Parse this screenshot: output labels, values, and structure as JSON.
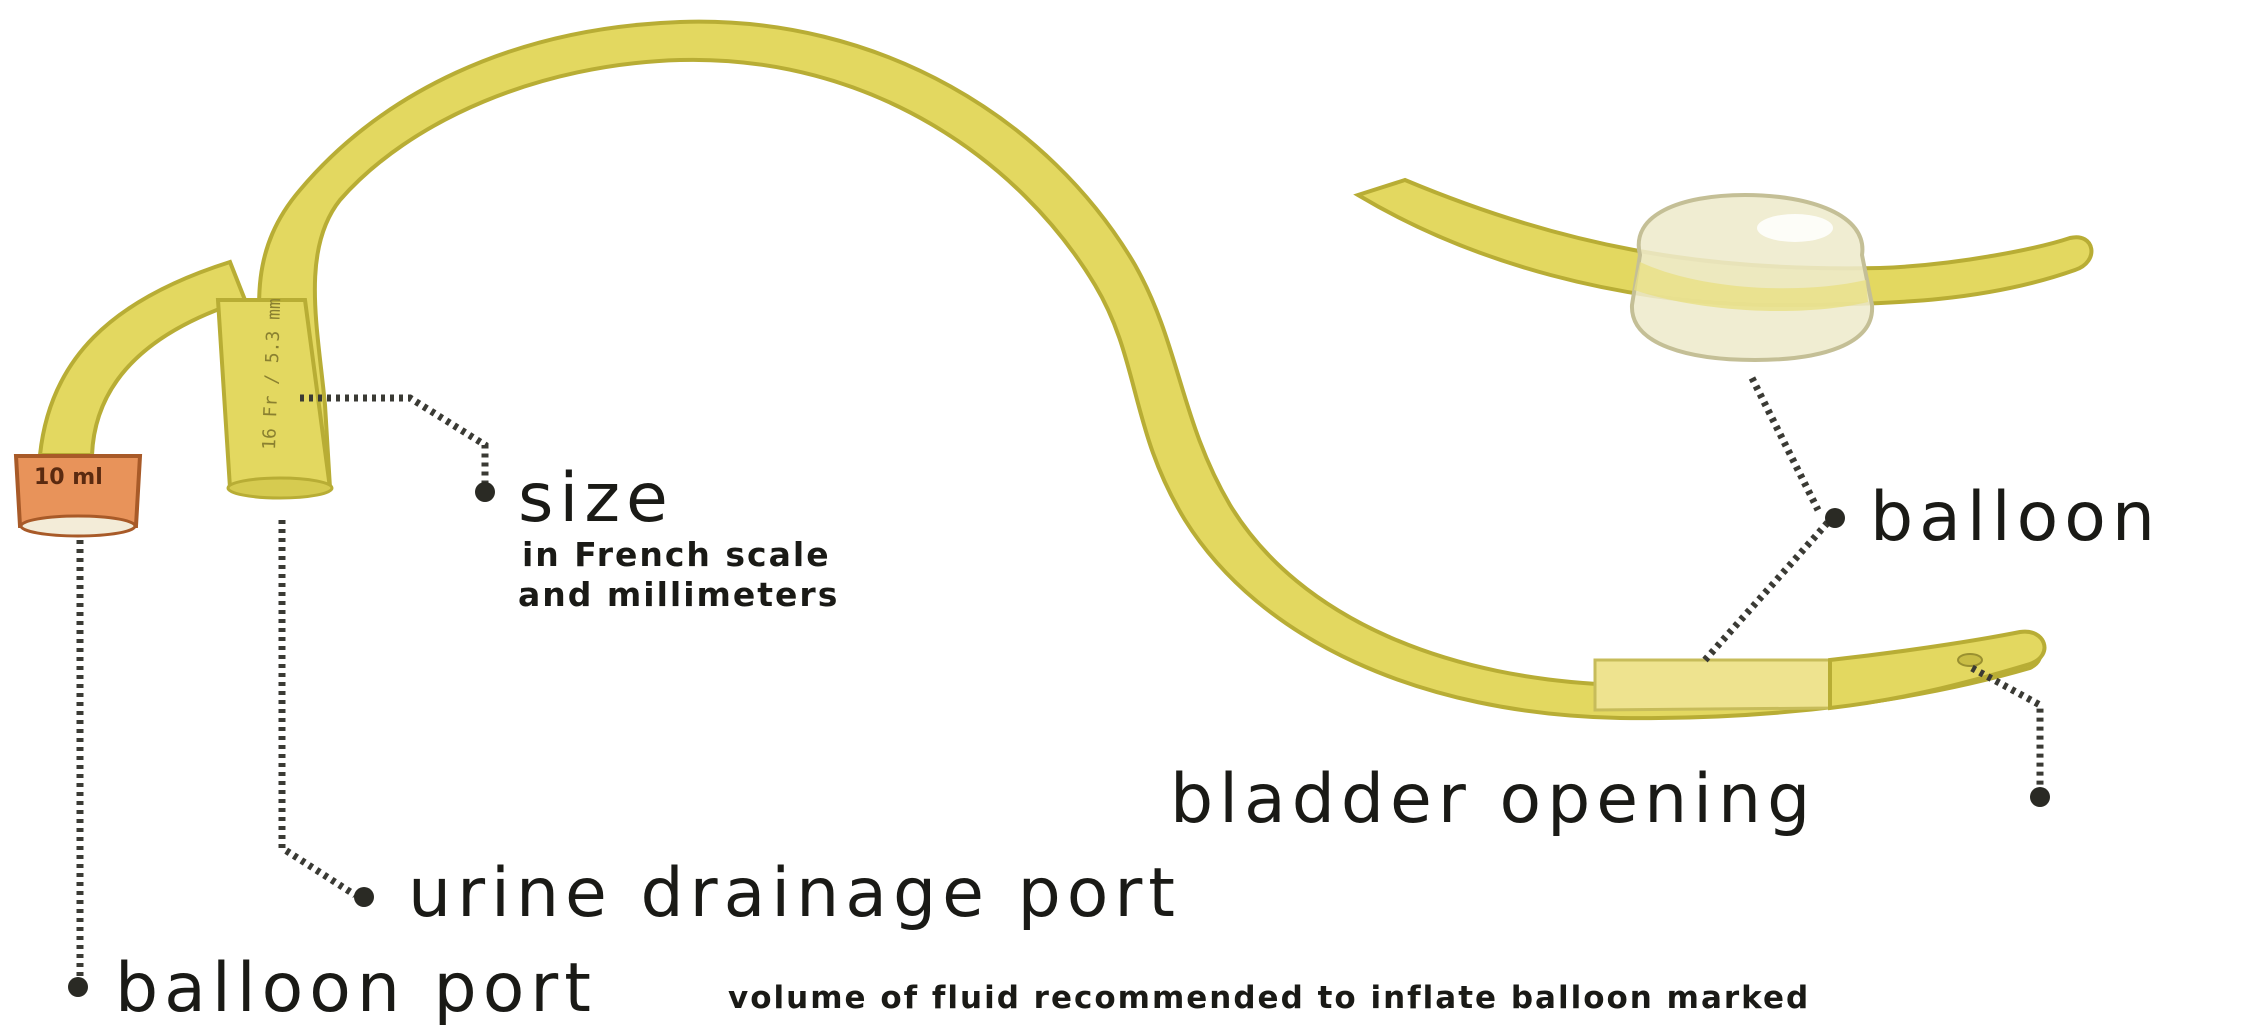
{
  "labels": {
    "size": "size",
    "size_sub1": "in French scale",
    "size_sub2": "and millimeters",
    "balloon": "balloon",
    "bladder_opening": "bladder opening",
    "urine_drainage_port": "urine drainage port",
    "balloon_port": "balloon port",
    "balloon_port_note": "volume of fluid recommended to inflate balloon marked"
  },
  "markings": {
    "balloon_port_volume": "10 ml",
    "drainage_size": "16 Fr / 5.3 mm"
  },
  "colors": {
    "catheter_fill": "#e3d860",
    "catheter_outline": "#b8ad35",
    "port_cap": "#e8935a",
    "balloon_fill": "#eeeacc",
    "leader_line": "#3a3a34",
    "text": "#1a1a16"
  }
}
